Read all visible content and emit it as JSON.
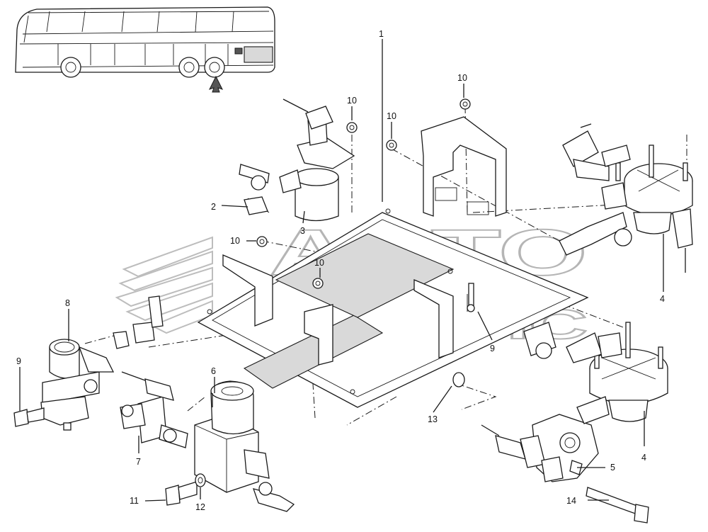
{
  "diagram": {
    "watermark": {
      "line1": "АВТО",
      "line2": "АЛЬЯНС"
    },
    "callouts": [
      {
        "id": "c1",
        "label": "1"
      },
      {
        "id": "c2",
        "label": "2"
      },
      {
        "id": "c3",
        "label": "3"
      },
      {
        "id": "c4a",
        "label": "4"
      },
      {
        "id": "c4b",
        "label": "4"
      },
      {
        "id": "c5",
        "label": "5"
      },
      {
        "id": "c6",
        "label": "6"
      },
      {
        "id": "c7",
        "label": "7"
      },
      {
        "id": "c8",
        "label": "8"
      },
      {
        "id": "c9a",
        "label": "9"
      },
      {
        "id": "c9b",
        "label": "9"
      },
      {
        "id": "c10a",
        "label": "10"
      },
      {
        "id": "c10b",
        "label": "10"
      },
      {
        "id": "c10c",
        "label": "10"
      },
      {
        "id": "c10d",
        "label": "10"
      },
      {
        "id": "c10e",
        "label": "10"
      },
      {
        "id": "c11",
        "label": "11"
      },
      {
        "id": "c12",
        "label": "12"
      },
      {
        "id": "c13",
        "label": "13"
      },
      {
        "id": "c14",
        "label": "14"
      }
    ]
  }
}
